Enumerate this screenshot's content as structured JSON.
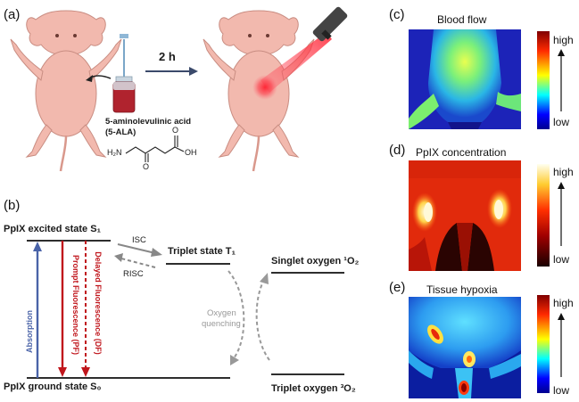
{
  "panels": {
    "a": "(a)",
    "b": "(b)",
    "c": "(c)",
    "d": "(d)",
    "e": "(e)"
  },
  "panel_a": {
    "time_label": "2 h",
    "drug_name_line1": "5-aminolevulinic acid",
    "drug_name_line2": "(5-ALA)",
    "struct_h2n": "H₂N",
    "struct_o": "O",
    "struct_oh": "OH",
    "struct_o2": "O"
  },
  "panel_b": {
    "excited_state": "PpIX excited state S₁",
    "ground_state": "PpIX ground state S₀",
    "triplet_state": "Triplet state T₁",
    "singlet_oxygen": "Singlet oxygen ¹O₂",
    "triplet_oxygen": "Triplet oxygen ³O₂",
    "isc": "ISC",
    "risc": "RISC",
    "oxygen_quenching_line1": "Oxygen",
    "oxygen_quenching_line2": "quenching",
    "absorption": "Absorption",
    "prompt_fluorescence": "Prompt Fluorescence (PF)",
    "delayed_fluorescence": "Delayed Fluorescence (DF)",
    "colors": {
      "absorption": "#4a63a8",
      "fluorescence": "#c0161c",
      "isc": "#888888"
    }
  },
  "panel_c": {
    "title": "Blood flow",
    "high": "high",
    "low": "low"
  },
  "panel_d": {
    "title": "PpIX concentration",
    "high": "high",
    "low": "low"
  },
  "panel_e": {
    "title": "Tissue hypoxia",
    "high": "high",
    "low": "low"
  }
}
